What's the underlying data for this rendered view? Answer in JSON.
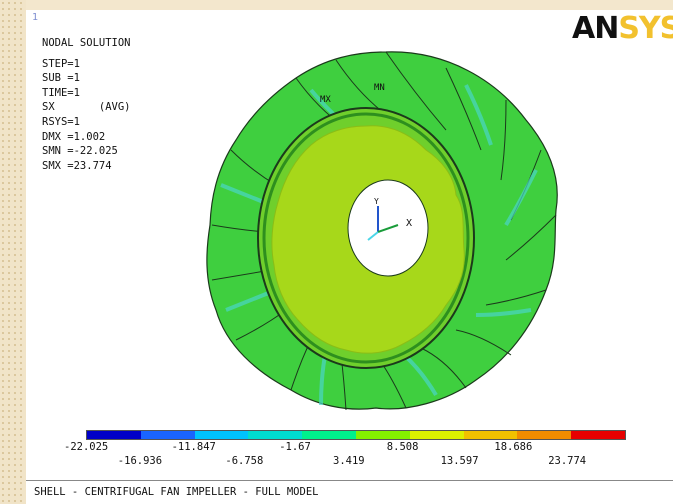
{
  "window_number": "1",
  "logo": {
    "main": "AN",
    "accent": "SYS"
  },
  "info": {
    "title": "NODAL SOLUTION",
    "lines": [
      "STEP=1",
      "SUB =1",
      "TIME=1",
      "SX       (AVG)",
      "RSYS=1",
      "DMX =1.002",
      "SMN =-22.025",
      "SMX =23.774"
    ]
  },
  "markers": {
    "mx": "MX",
    "mn": "MN"
  },
  "triad": {
    "x_label": "X",
    "y_label": "Y"
  },
  "legend": {
    "colors": [
      "#0000c8",
      "#1a64ff",
      "#00c2ff",
      "#00dcd0",
      "#00f08c",
      "#84f000",
      "#dcf000",
      "#f0c000",
      "#f08c00",
      "#e60000"
    ],
    "upper_ticks": [
      "-22.025",
      "-11.847",
      "-1.67",
      "8.508",
      "18.686"
    ],
    "lower_ticks": [
      "-16.936",
      "-6.758",
      "3.419",
      "13.597",
      "23.774"
    ]
  },
  "footer": "SHELL - CENTRIFUGAL FAN IMPELLER - FULL MODEL"
}
